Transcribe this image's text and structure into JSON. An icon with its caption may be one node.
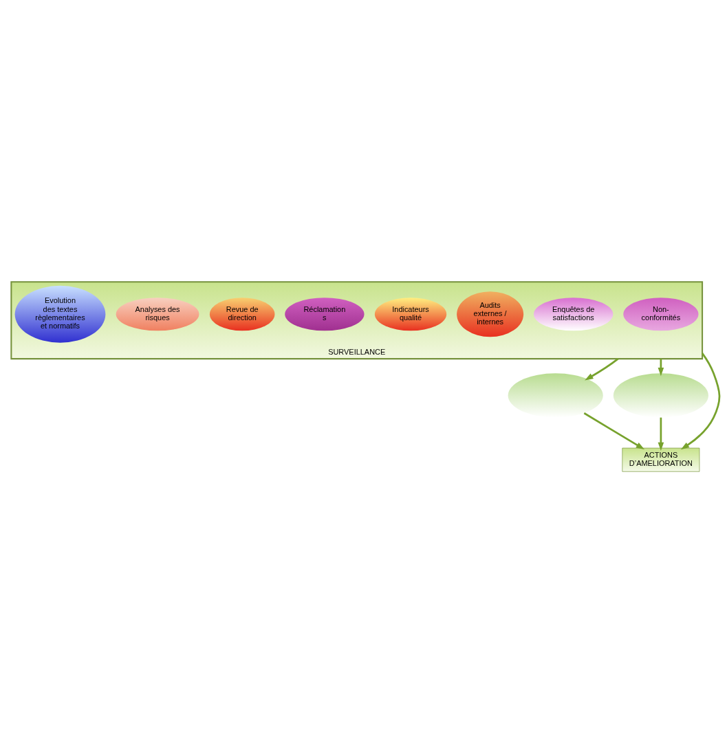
{
  "diagram": {
    "nodes": [
      {
        "text": [
          "SURVEILLANCE"
        ]
      },
      {
        "text": [
          "Non- conformités"
        ],
        "in": 0
      },
      {
        "text": [
          "Enquêtes de satisfactions"
        ],
        "in": 0
      },
      {
        "text": [
          "Audits externes / internes"
        ],
        "in": 0
      },
      {
        "text": [
          "Indicateurs qualité"
        ],
        "in": 0
      },
      {
        "text": [
          "Réclamation s"
        ],
        "in": 0
      },
      {
        "text": [
          "Revue de direction"
        ],
        "in": 0
      },
      {
        "text": [
          "Analyses des risques"
        ],
        "in": 0
      },
      {
        "text": [
          "Evolution des textes règlementaires et normatifs"
        ],
        "in": 0
      },
      {
        "text": [],
        "shape": "ellipse"
      },
      {
        "text": [],
        "shape": "ellipse"
      },
      {
        "text": [
          "ACTIONS D’AMELIORATION"
        ]
      }
    ],
    "edges": [
      {
        "from": 0,
        "to": 9,
        "arrow": "to"
      },
      {
        "from": 0,
        "to": 11,
        "arrow": "to"
      },
      {
        "from": 0,
        "to": 10,
        "arrow": "to"
      },
      {
        "from": 9,
        "to": 11,
        "arrow": "to"
      },
      {
        "from": 10,
        "to": 11,
        "arrow": "to"
      }
    ]
  }
}
